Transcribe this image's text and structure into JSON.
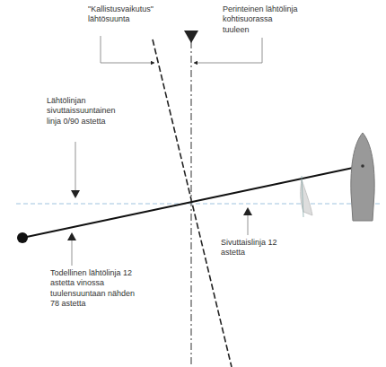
{
  "diagram": {
    "labels": [
      "\"Kallistusvaikutus\" lähtösuunta",
      "Perinteinen lähtölinja kohtisuorassa tuuleen",
      "Lähtölinjan sivuttaissuuntainen linja 0/90 astetta",
      "Sivuttaislinja 12 astetta",
      "Todellinen lähtölinja 12 astetta vinossa tuulensuuntaan nähden 78 astetta"
    ]
  }
}
